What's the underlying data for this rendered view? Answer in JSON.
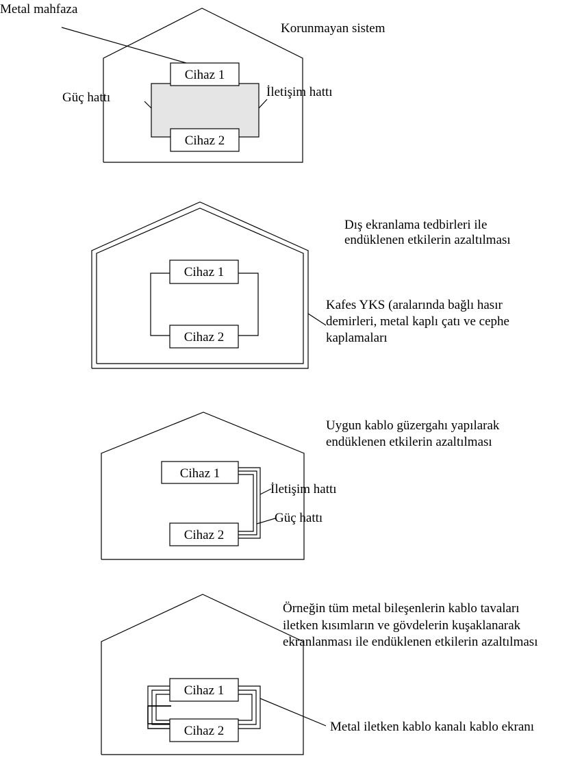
{
  "panel1": {
    "enclosure_label": "Metal mahfaza",
    "system_label": "Korunmayan sistem",
    "power_line_label": "Güç hattı",
    "comm_line_label": "İletişim hattı",
    "device1": "Cihaz 1",
    "device2": "Cihaz 2"
  },
  "panel2": {
    "caption_lines": [
      "Dış ekranlama tedbirleri ile",
      "endüklenen etkilerin azaltılması"
    ],
    "grid_lines": [
      "Kafes YKS (aralarında bağlı hasır",
      "demirleri, metal kaplı çatı   ve cephe",
      "kaplamaları"
    ],
    "device1": "Cihaz 1",
    "device2": "Cihaz 2"
  },
  "panel3": {
    "caption_lines": [
      "Uygun kablo güzergahı yapılarak",
      "endüklenen etkilerin azaltılması"
    ],
    "comm_line_label": "İletişim hattı",
    "power_line_label": "Güç hattı",
    "device1": "Cihaz 1",
    "device2": "Cihaz 2"
  },
  "panel4": {
    "caption_lines": [
      "Örneğin tüm metal bileşenlerin kablo tavaları",
      "iletken kısımların ve gövdelerin kuşaklanarak",
      "ekranlanması ile endüklenen etkilerin azaltılması"
    ],
    "duct_label": "Metal iletken kablo kanalı kablo ekranı",
    "device1": "Cihaz 1",
    "device2": "Cihaz 2"
  }
}
